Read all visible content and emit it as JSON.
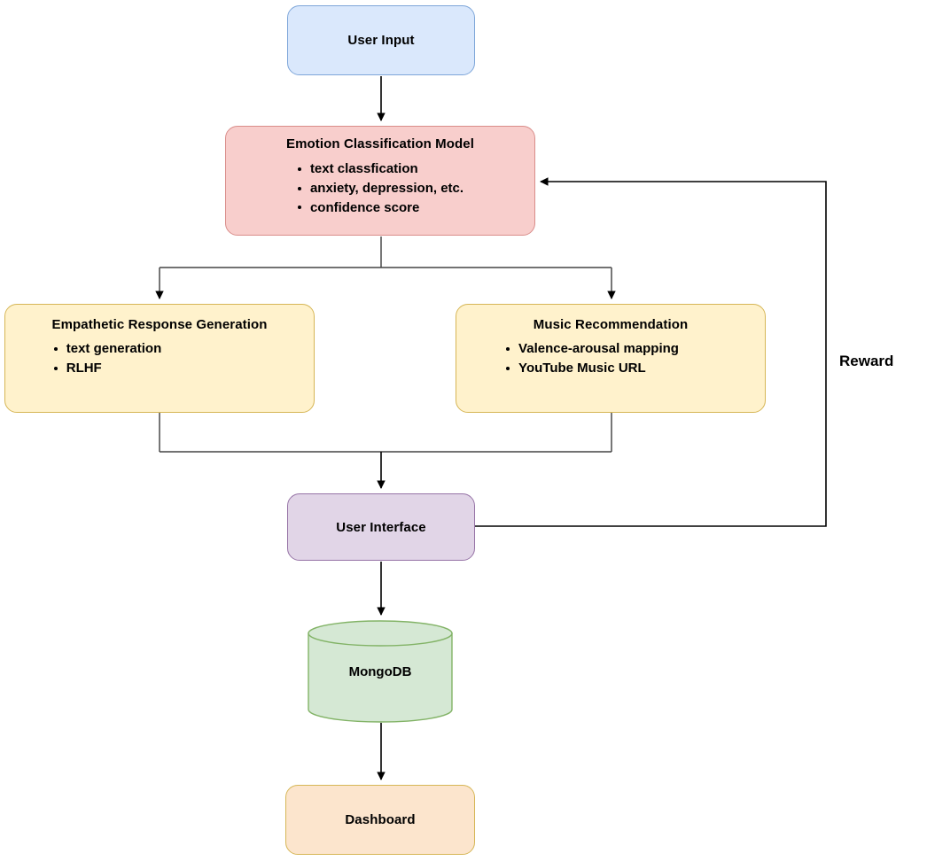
{
  "diagram": {
    "title": "Emotion-aware assistant architecture flowchart",
    "background": "#ffffff"
  },
  "nodes": {
    "user_input": {
      "label": "User Input",
      "fill": "#dae8fc",
      "stroke": "#7ea6d9",
      "shape": "rounded-rectangle"
    },
    "emotion_model": {
      "label": "Emotion Classification Model",
      "fill": "#f8cecc",
      "stroke": "#d98d8a",
      "shape": "rounded-rectangle",
      "bullets": [
        "text classfication",
        "anxiety, depression, etc.",
        "confidence score"
      ]
    },
    "empathetic_response": {
      "label": "Empathetic Response Generation",
      "fill": "#fff2cc",
      "stroke": "#d6b656",
      "shape": "rounded-rectangle",
      "bullets": [
        "text generation",
        "RLHF"
      ]
    },
    "music_recommendation": {
      "label": "Music Recommendation",
      "fill": "#fff2cc",
      "stroke": "#d6b656",
      "shape": "rounded-rectangle",
      "bullets": [
        "Valence-arousal mapping",
        "YouTube Music URL"
      ]
    },
    "user_interface": {
      "label": "User Interface",
      "fill": "#e1d5e7",
      "stroke": "#9673a6",
      "shape": "rounded-rectangle"
    },
    "mongodb": {
      "label": "MongoDB",
      "fill": "#d5e8d4",
      "stroke": "#82b366",
      "shape": "cylinder"
    },
    "dashboard": {
      "label": "Dashboard",
      "fill": "#fce5cd",
      "stroke": "#d6b656",
      "shape": "rounded-rectangle"
    }
  },
  "edges": [
    {
      "from": "user_input",
      "to": "emotion_model",
      "label": ""
    },
    {
      "from": "emotion_model",
      "to": "empathetic_response",
      "label": ""
    },
    {
      "from": "emotion_model",
      "to": "music_recommendation",
      "label": ""
    },
    {
      "from": "empathetic_response",
      "to": "user_interface",
      "label": ""
    },
    {
      "from": "music_recommendation",
      "to": "user_interface",
      "label": ""
    },
    {
      "from": "user_interface",
      "to": "mongodb",
      "label": ""
    },
    {
      "from": "mongodb",
      "to": "dashboard",
      "label": ""
    },
    {
      "from": "user_interface",
      "to": "emotion_model",
      "label": "Reward"
    }
  ],
  "labels": {
    "reward": "Reward"
  },
  "edge_style": {
    "stroke": "#000000",
    "width": 1.6,
    "arrow": "solid-triangle"
  }
}
